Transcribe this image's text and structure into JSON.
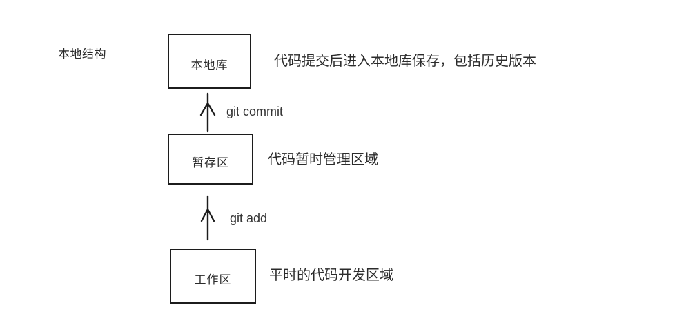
{
  "diagram": {
    "title": "本地结构",
    "nodes": [
      {
        "id": "local-repo",
        "label": "本地库",
        "description": "代码提交后进入本地库保存，包括历史版本"
      },
      {
        "id": "staging-area",
        "label": "暂存区",
        "description": "代码暂时管理区域"
      },
      {
        "id": "working-area",
        "label": "工作区",
        "description": "平时的代码开发区域"
      }
    ],
    "edges": [
      {
        "from": "staging-area",
        "to": "local-repo",
        "label": "git commit",
        "direction": "up"
      },
      {
        "from": "working-area",
        "to": "staging-area",
        "label": "git add",
        "direction": "up"
      }
    ],
    "colors": {
      "line": "#1c1c1c",
      "text": "#2b2b2b",
      "background": "#ffffff"
    }
  }
}
